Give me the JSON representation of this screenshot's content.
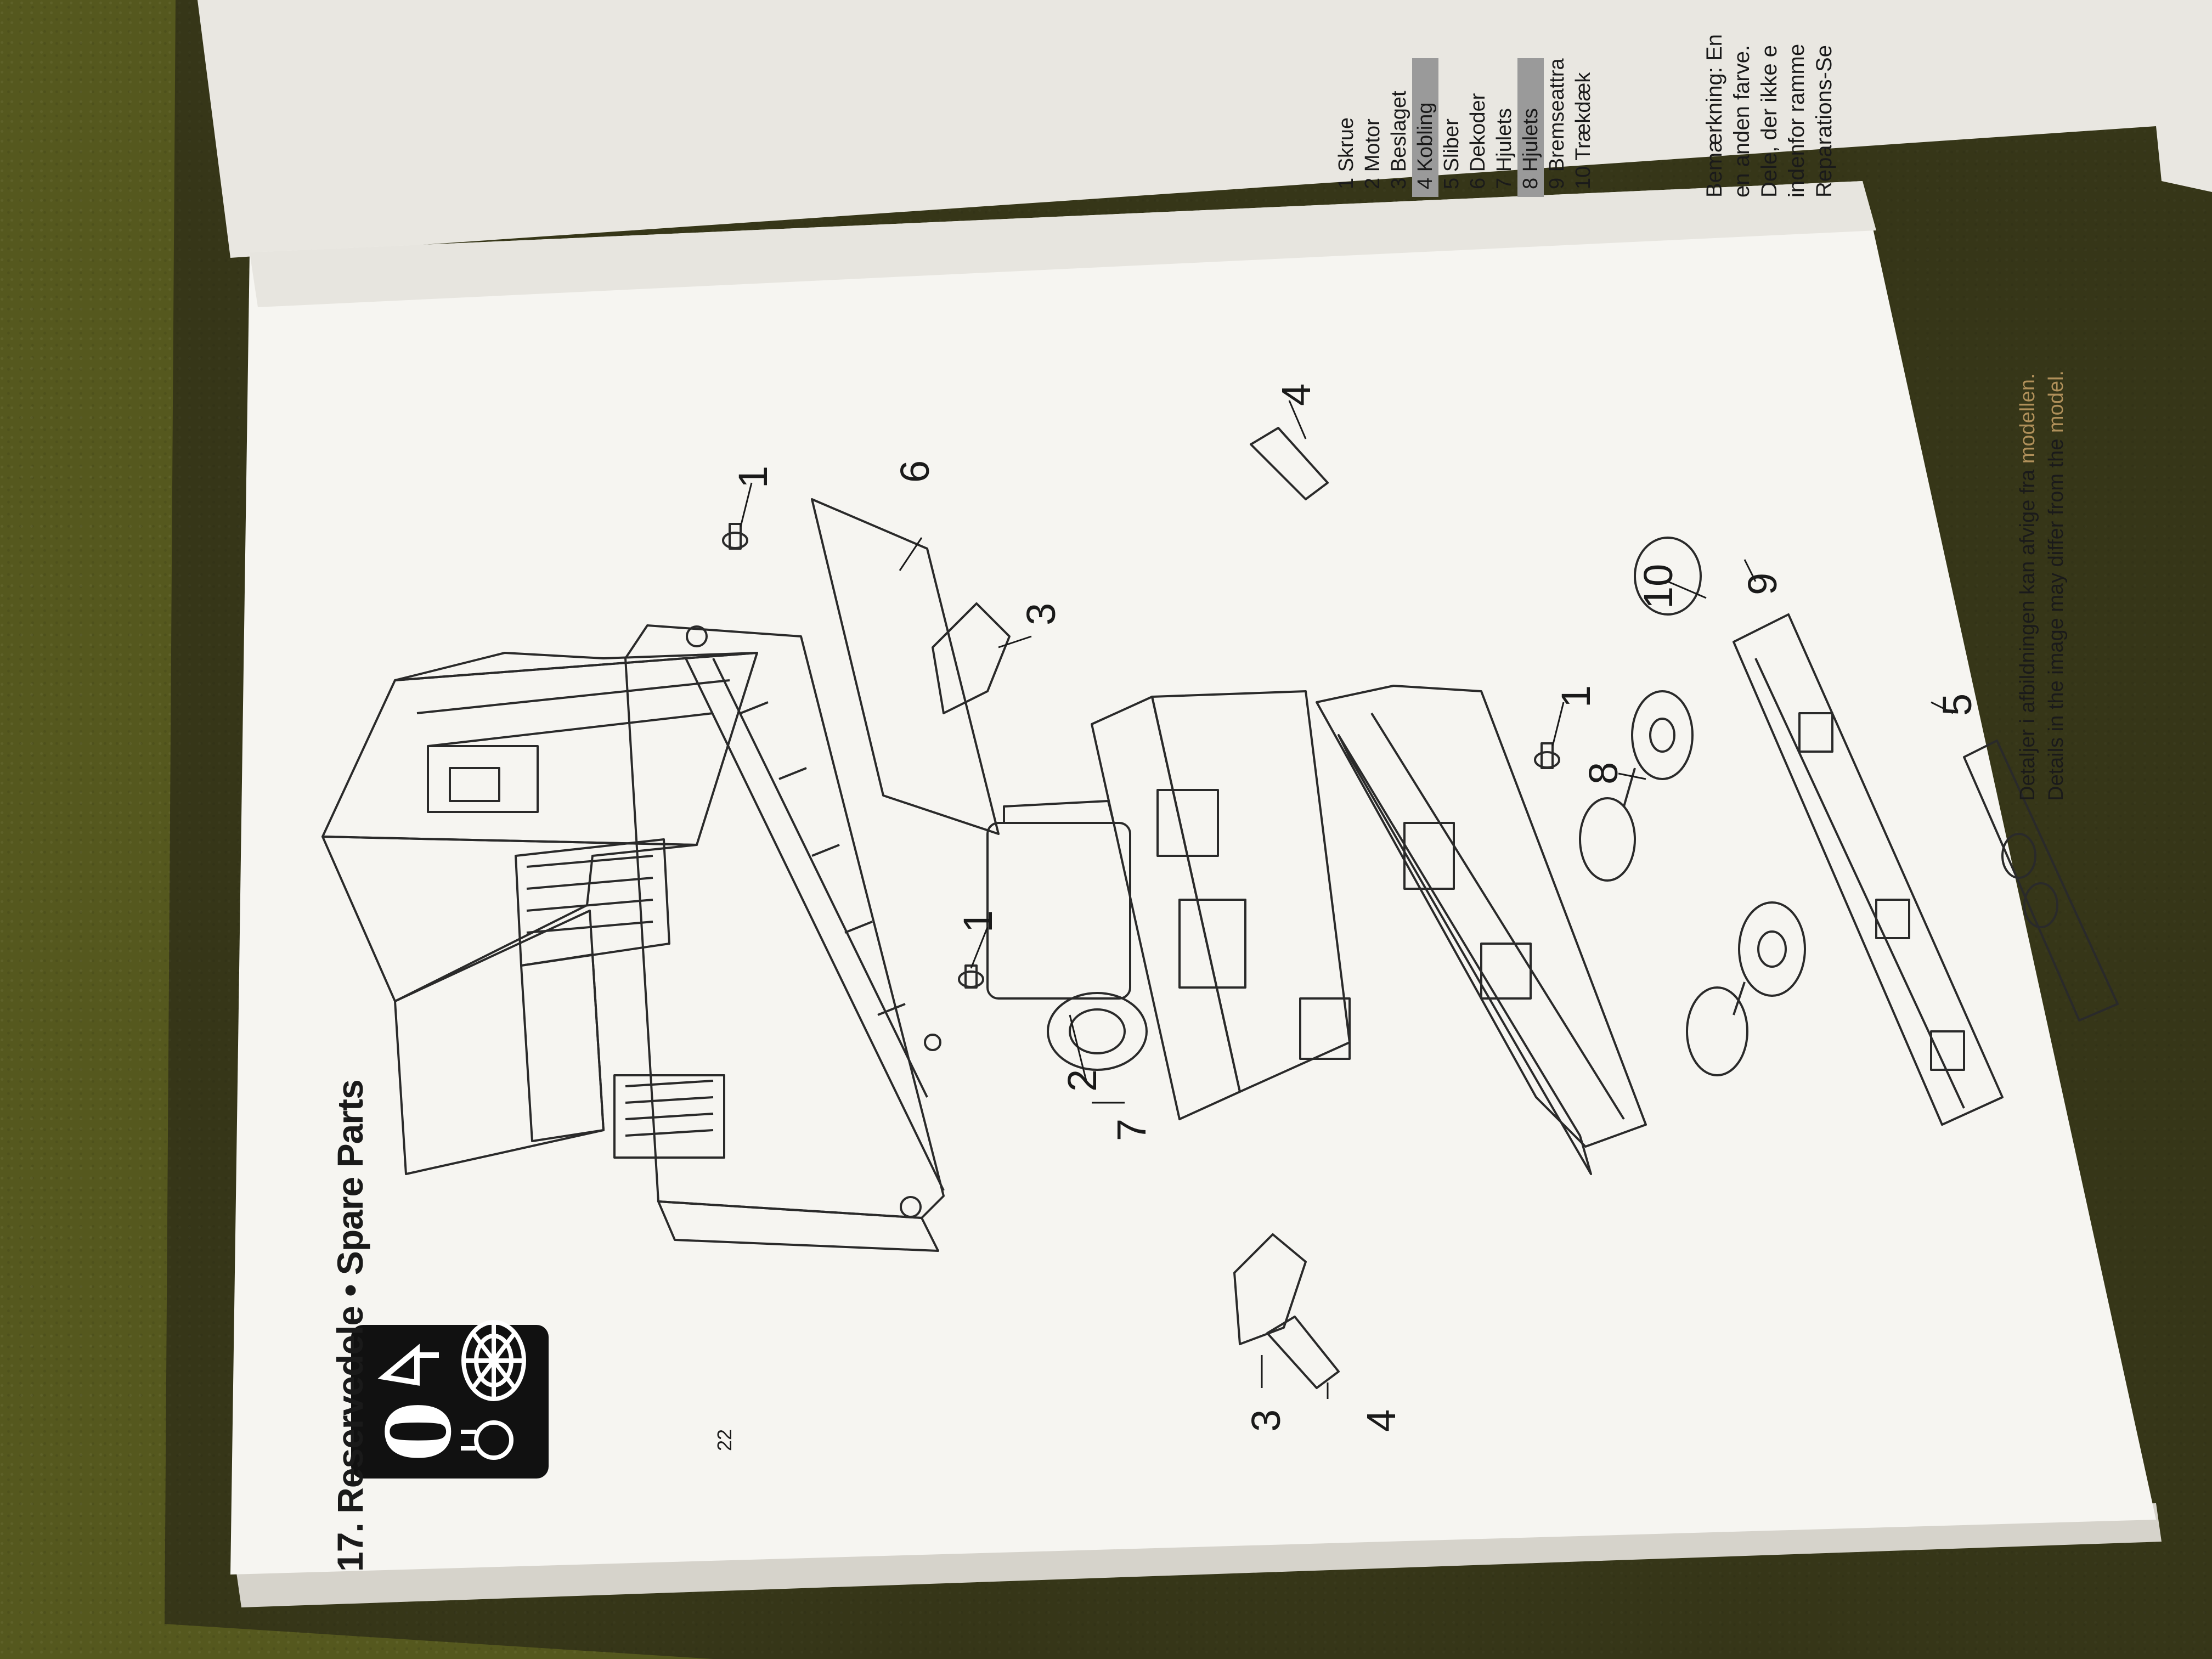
{
  "page": {
    "section_title": "17. Reservedele • Spare Parts",
    "page_number": "22",
    "disclaimer_da_prefix": "Detaljer i afbildningen kan afvige fra ",
    "disclaimer_da_word": "modellen.",
    "disclaimer_en_prefix": "Details in the image may differ from the ",
    "disclaimer_en_word": "model.",
    "accent_color": "#b0905a"
  },
  "callouts": [
    {
      "label": "1"
    },
    {
      "label": "1"
    },
    {
      "label": "1"
    },
    {
      "label": "2"
    },
    {
      "label": "3"
    },
    {
      "label": "3"
    },
    {
      "label": "4"
    },
    {
      "label": "4"
    },
    {
      "label": "5"
    },
    {
      "label": "6"
    },
    {
      "label": "7"
    },
    {
      "label": "8"
    },
    {
      "label": "9"
    },
    {
      "label": "10"
    }
  ],
  "parts_list": [
    {
      "label": "1 Skrue",
      "highlight": false
    },
    {
      "label": "2 Motor",
      "highlight": false
    },
    {
      "label": "3 Beslaget",
      "highlight": false
    },
    {
      "label": "4 Kobling",
      "highlight": true
    },
    {
      "label": "5 Sliber",
      "highlight": false
    },
    {
      "label": "6 Dekoder",
      "highlight": false
    },
    {
      "label": "7 Hjulets",
      "highlight": false
    },
    {
      "label": "8 Hjulets",
      "highlight": true
    },
    {
      "label": "9 Bremseattra",
      "highlight": false
    },
    {
      "label": "10 Trækdæk",
      "highlight": false
    }
  ],
  "note_lines": [
    "Bemærkning: En",
    "en anden farve.",
    "Dele, der ikke e",
    "indenfor ramme",
    "Reparations-Se"
  ],
  "icons": [
    "lamp-bulb-icon",
    "coupler-icon",
    "wheel-icon",
    "zero-badge-icon"
  ]
}
